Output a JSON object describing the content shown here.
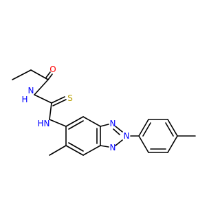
{
  "molecule": {
    "atoms": {
      "O": {
        "symbol": "O",
        "color": "#ff0000"
      },
      "NH1": {
        "symbol": "H",
        "sub": "N",
        "color": "#0000ff"
      },
      "S": {
        "symbol": "S",
        "color": "#b8a000"
      },
      "NH2": {
        "symbol": "H",
        "sub": "N",
        "color": "#0000ff"
      },
      "N1": {
        "symbol": "N",
        "color": "#0000ff"
      },
      "N2": {
        "symbol": "N",
        "color": "#0000ff"
      },
      "N3": {
        "symbol": "N",
        "color": "#0000ff"
      }
    }
  }
}
